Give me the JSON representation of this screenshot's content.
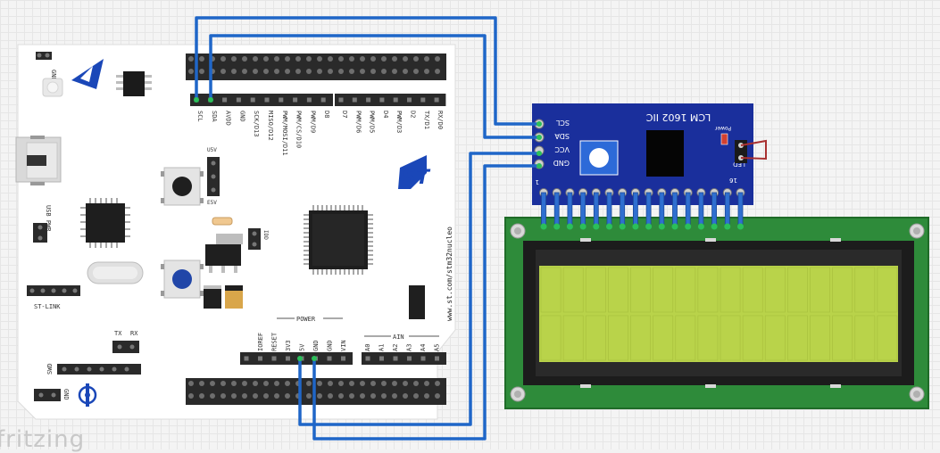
{
  "watermark": "fritzing",
  "board": {
    "url": "www.st.com/stm32nucleo",
    "logo": "ST",
    "top_left_labels": [
      "GND"
    ],
    "usb_label": "USB PWR",
    "stlink_label": "ST-LINK",
    "u5v_label": "U5V",
    "e5v_label": "E5V",
    "idd_label": "IDD",
    "tx_label": "TX",
    "rx_label": "RX",
    "swd_label": "SWD",
    "gnd_label": "GND",
    "digital_left": [
      "SCL",
      "SDA",
      "AVDD",
      "GND",
      "SCK/D13",
      "MISO/D12",
      "PWM/MOSI/D11",
      "PWM/CS/D10",
      "PWM/D9",
      "D8"
    ],
    "digital_right": [
      "D7",
      "PWM/D6",
      "PWM/D5",
      "D4",
      "PWM/D3",
      "D2",
      "TX/D1",
      "RX/D0"
    ],
    "power_header": "POWER",
    "power_pins": [
      "IOREF",
      "RESET",
      "3V3",
      "5V",
      "GND",
      "GND",
      "VIN"
    ],
    "ain_header": "AIN",
    "ain_pins": [
      "A0",
      "A1",
      "A2",
      "A3",
      "A4",
      "A5"
    ]
  },
  "i2c_module": {
    "title": "LCM 1602 IIC",
    "pins": [
      "SCL",
      "SDA",
      "VCC",
      "GND"
    ],
    "power_label": "Power",
    "led_label": "LED",
    "pin_first": "1",
    "pin_last": "16"
  },
  "colors": {
    "wire": "#1f66c8",
    "board": "#ffffff",
    "i2c_board": "#1a2f9c",
    "lcd_pcb": "#2e8b3a",
    "lcd_screen": "#b9d34a"
  }
}
